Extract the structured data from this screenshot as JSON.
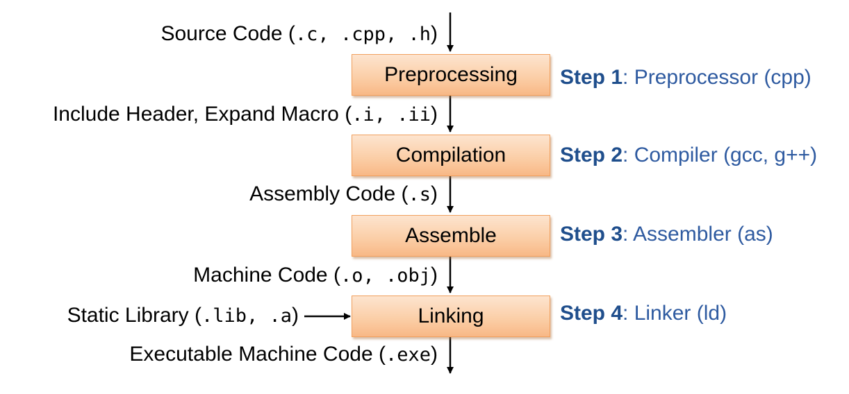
{
  "inputs": {
    "source": {
      "text": "Source Code (",
      "ext": ".c, .cpp, .h",
      "close": ")"
    },
    "include": {
      "text": "Include Header, Expand Macro (",
      "ext": ".i, .ii",
      "close": ")"
    },
    "assembly": {
      "text": "Assembly Code (",
      "ext": ".s",
      "close": ")"
    },
    "machine": {
      "text": "Machine Code (",
      "ext": ".o, .obj",
      "close": ")"
    },
    "static_lib": {
      "text": "Static Library (",
      "ext": ".lib, .a",
      "close": ")"
    },
    "executable": {
      "text": "Executable Machine Code (",
      "ext": ".exe",
      "close": ")"
    }
  },
  "stages": [
    {
      "label": "Preprocessing",
      "step": "Step 1",
      "tool": ": Preprocessor (cpp)"
    },
    {
      "label": "Compilation",
      "step": "Step 2",
      "tool": ": Compiler (gcc, g++)"
    },
    {
      "label": "Assemble",
      "step": "Step 3",
      "tool": ": Assembler (as)"
    },
    {
      "label": "Linking",
      "step": "Step 4",
      "tool": ": Linker (ld)"
    }
  ],
  "colors": {
    "box_fill": "#fbcfa8",
    "box_border": "#f1a05e",
    "step_text": "#2e5aa0"
  }
}
